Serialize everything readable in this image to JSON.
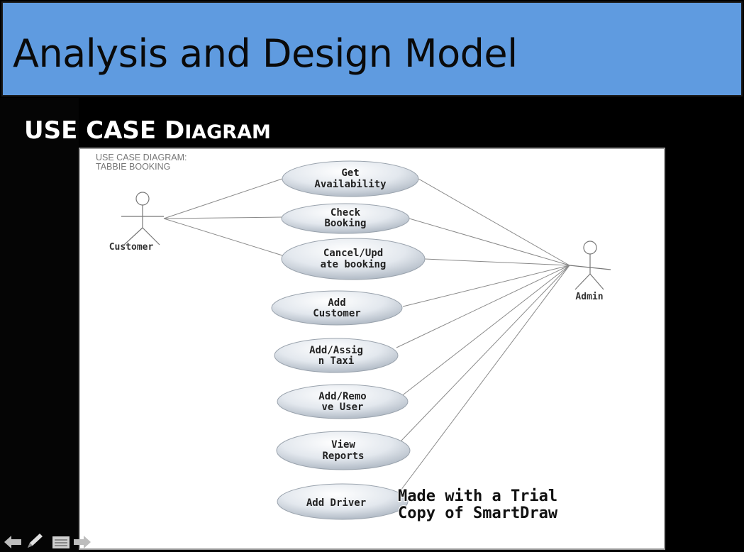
{
  "slide": {
    "title": "Analysis and Design Model",
    "subtitle_first": "USE CASE D",
    "subtitle_rest": "IAGRAM"
  },
  "diagram": {
    "header_line1": "USE CASE DIAGRAM:",
    "header_line2": "TABBIE BOOKING",
    "actors": {
      "customer": "Customer",
      "admin": "Admin"
    },
    "use_cases": [
      {
        "line1": "Get",
        "line2": "Availability"
      },
      {
        "line1": "Check",
        "line2": "Booking"
      },
      {
        "line1": "Cancel/Upd",
        "line2": "ate booking"
      },
      {
        "line1": "Add",
        "line2": "Customer"
      },
      {
        "line1": "Add/Assig",
        "line2": "n Taxi"
      },
      {
        "line1": "Add/Remo",
        "line2": "ve User"
      },
      {
        "line1": "View",
        "line2": "Reports"
      },
      {
        "line1": "Add Driver",
        "line2": ""
      }
    ],
    "watermark_line1": "Made with a Trial",
    "watermark_line2": "Copy of SmartDraw"
  },
  "colors": {
    "title_bar": "#5f9be0",
    "background": "#000000",
    "ellipse_light": "#ffffff",
    "ellipse_dark": "#b5c0cc"
  }
}
